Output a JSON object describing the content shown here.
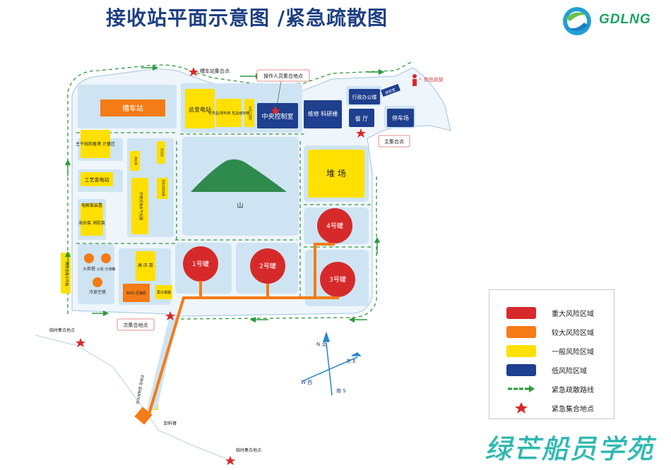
{
  "title": "接收站平面示意图 /紧急疏散图",
  "logo": {
    "text": "GDLNG"
  },
  "brand_text": "绿芒船员学苑",
  "areas": {
    "tank_truck_station": "槽车站",
    "substation": "总变电站",
    "chem_warehouse": "化学品/零料库 危品储存楼",
    "boiler_room": "公用工程房",
    "control_room": "中央控制室",
    "maintenance": "维修 科研楼",
    "admin": "行政办公楼",
    "guard": "保安室",
    "canteen": "餐 厅",
    "parking": "停车场",
    "you_are_here": "你在此处",
    "yard": "堆 场",
    "pipeline_metering": "主干线和香港 计量区",
    "process_substation": "工艺变电站",
    "electrolysis": "电解氯装置",
    "seawater_pump": "海水泵 消防泵",
    "mid_left_a": "海水泵",
    "mid_left_b": "空压站",
    "mid_left_c": "开架式海水气化器",
    "mid_left_d": "浸没式燃烧器",
    "mid_left_e": "计量撬",
    "mountain": "山",
    "flare": "火炬塔",
    "fire_sep": "火炬 分液罐",
    "cold_vent": "冷放空塔",
    "high_pressure_pump": "高 压 泵",
    "bog_compressor": "BOG 压缩机",
    "recondenser": "再冷凝器",
    "tank1": "1号罐",
    "tank2": "2号罐",
    "tank3": "3号罐",
    "tank4": "4号罐",
    "left_strip": "消防道路工作船",
    "pier_building": "码头控制室 及电站",
    "unloading_arm": "卸料臂"
  },
  "assembly_points": {
    "tank_truck": "槽车站集合点",
    "operators": "操作人员集合地点",
    "main": "主集合点",
    "secondary": "次集合地点",
    "temp1": "临时集合地点",
    "temp2": "临时集合地点"
  },
  "compass": {
    "north": "N 北",
    "east": "东 E",
    "south": "南 S",
    "west": "W 西"
  },
  "legend": [
    {
      "label": "重大风险区域",
      "color": "#d62a2a",
      "kind": "box"
    },
    {
      "label": "较大风险区域",
      "color": "#f47b16",
      "kind": "box"
    },
    {
      "label": "一般风险区域",
      "color": "#ffe000",
      "kind": "box"
    },
    {
      "label": "低风险区域",
      "color": "#1f3f8f",
      "kind": "box"
    },
    {
      "label": "紧急疏散路线",
      "color": "#2c9a3b",
      "kind": "arrow"
    },
    {
      "label": "紧急集合地点",
      "color": "#d62a2a",
      "kind": "star"
    }
  ],
  "colors": {
    "major": "#d62a2a",
    "large": "#f47b16",
    "general": "#ffe000",
    "low": "#1f3f8f",
    "zone": "#cfe4f3",
    "route": "#2c9a3b"
  }
}
